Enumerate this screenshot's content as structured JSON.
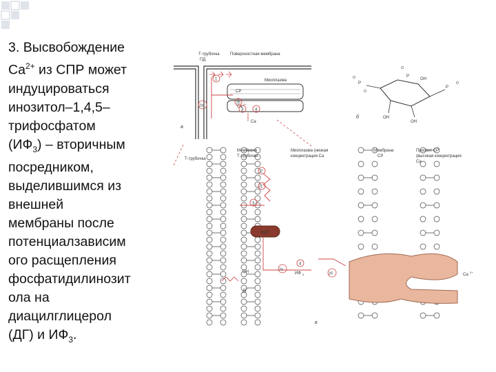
{
  "slide": {
    "text": {
      "number": "3",
      "l1": ". Высвобождение",
      "l2a": "Ca",
      "l2sup": "2+",
      "l2b": " из СПР может",
      "l3": "индуцироваться",
      "l4": "инозитол–1,4,5–",
      "l5": "трифосфатом",
      "l6a": "(ИФ",
      "l6sub": "3",
      "l6b": ") – вторичным",
      "l7": "посредником,",
      "l8": "выделившимся из",
      "l9": "внешней",
      "l10": "мембраны после",
      "l11": "потенциалзависим",
      "l12": "ого расщепления",
      "l13": "фосфатидилинозит",
      "l14": "ола на",
      "l15": "диацилглицерол",
      "l16a": "(ДГ) и ИФ",
      "l16sub": "3",
      "l16b": "."
    },
    "figure": {
      "panel_a": {
        "t_tubule": "Т-трубочка",
        "surface_membrane": "Поверхностная мембрана",
        "pd": "ПД",
        "myoplasm": "Миоплазма",
        "spr": "СР",
        "ca2": "Ca",
        "ca_sup": "2+",
        "letter": "а",
        "step1": "1",
        "step2a": "2а",
        "step2b": "2б",
        "step3": "3",
        "step4": "4"
      },
      "panel_b": {
        "oh1": "OH",
        "oh2": "OH",
        "oh3": "OH",
        "p": "P",
        "o": "O",
        "letter": "б"
      },
      "panel_c": {
        "t_tubule": "Т-трубочка",
        "membrane_t": "Мембрана",
        "membrane_t2": "Т-трубочки",
        "myoplasm_low": "Миоплазма (низкая",
        "myoplasm_low2": "концентрация Ca",
        "membrane_sr": "Мембрана",
        "membrane_sr2": "СР",
        "sr_channel": "Просвет СР",
        "sr_channel2": "(высокая концентрация",
        "sr_channel3": "Ca",
        "fdz": "ФДЭ",
        "dg": "ДГ",
        "oh": "ОН",
        "if3": "ИФ",
        "if3sub": "3",
        "ca": "Ca",
        "ca_sup": "2+",
        "letter": "в",
        "s1": "1",
        "s2": "2",
        "s3": "3",
        "s4": "4",
        "s2a": "2а",
        "s2b": "2б"
      }
    }
  }
}
